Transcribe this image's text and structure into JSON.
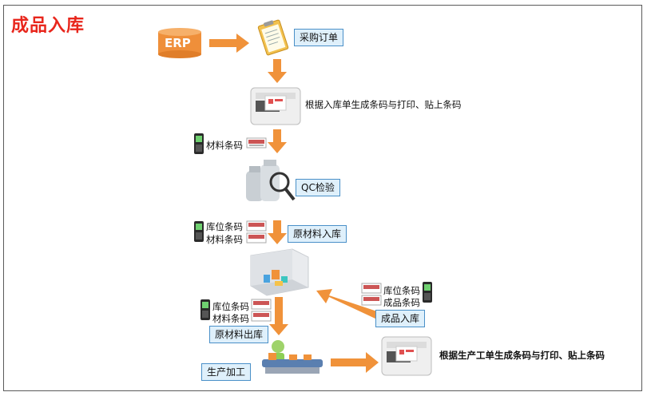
{
  "title": "成品入库",
  "nodes": {
    "erp": "ERP",
    "purchase_order": "采购订单",
    "print_receipt": "根据入库单生成条码与打印、贴上条码",
    "material_barcode_1": "材料条码",
    "qc": "QC检验",
    "location_barcode_1": "库位条码",
    "material_barcode_2": "材料条码",
    "raw_material_in": "原材料入库",
    "location_barcode_2": "库位条码",
    "material_barcode_3": "材料条码",
    "raw_material_out": "原材料出库",
    "production": "生产加工",
    "print_production": "根据生产工单生成条码与打印、贴上条码",
    "location_barcode_3": "库位条码",
    "product_barcode": "成品条码",
    "finished_in": "成品入库"
  },
  "colors": {
    "title": "#e8261c",
    "arrow": "#f0923a",
    "label_bg": "#dff0fb",
    "label_border": "#4a90c8"
  }
}
